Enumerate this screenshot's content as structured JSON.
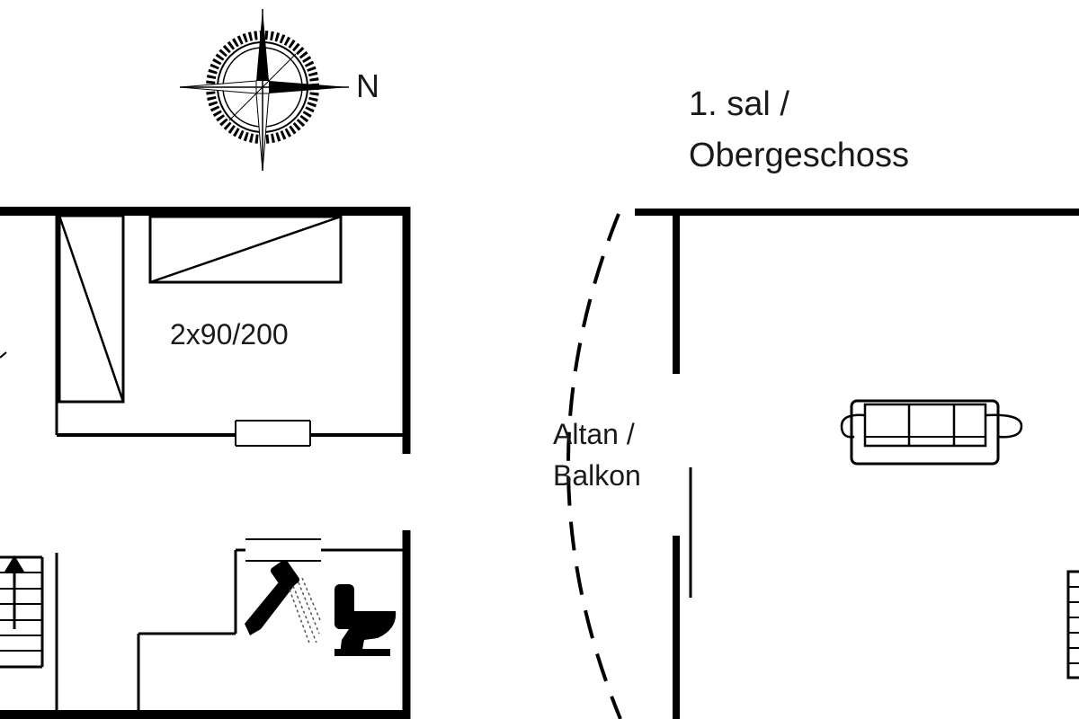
{
  "compass": {
    "north_letter": "N",
    "icon": "compass-rose-icon"
  },
  "floor_title": {
    "line1": "1. sal /",
    "line2": "Obergeschoss"
  },
  "rooms": {
    "bedroom": {
      "bed_size": "2x90/200"
    },
    "balcony": {
      "line1": "Altan /",
      "line2": "Balkon"
    }
  },
  "icons": [
    "compass-rose-icon",
    "bed-icon",
    "wardrobe-icon",
    "stairs-icon",
    "shower-icon",
    "toilet-icon",
    "sofa-icon"
  ],
  "colors": {
    "ink": "#000000",
    "background": "#ffffff"
  }
}
